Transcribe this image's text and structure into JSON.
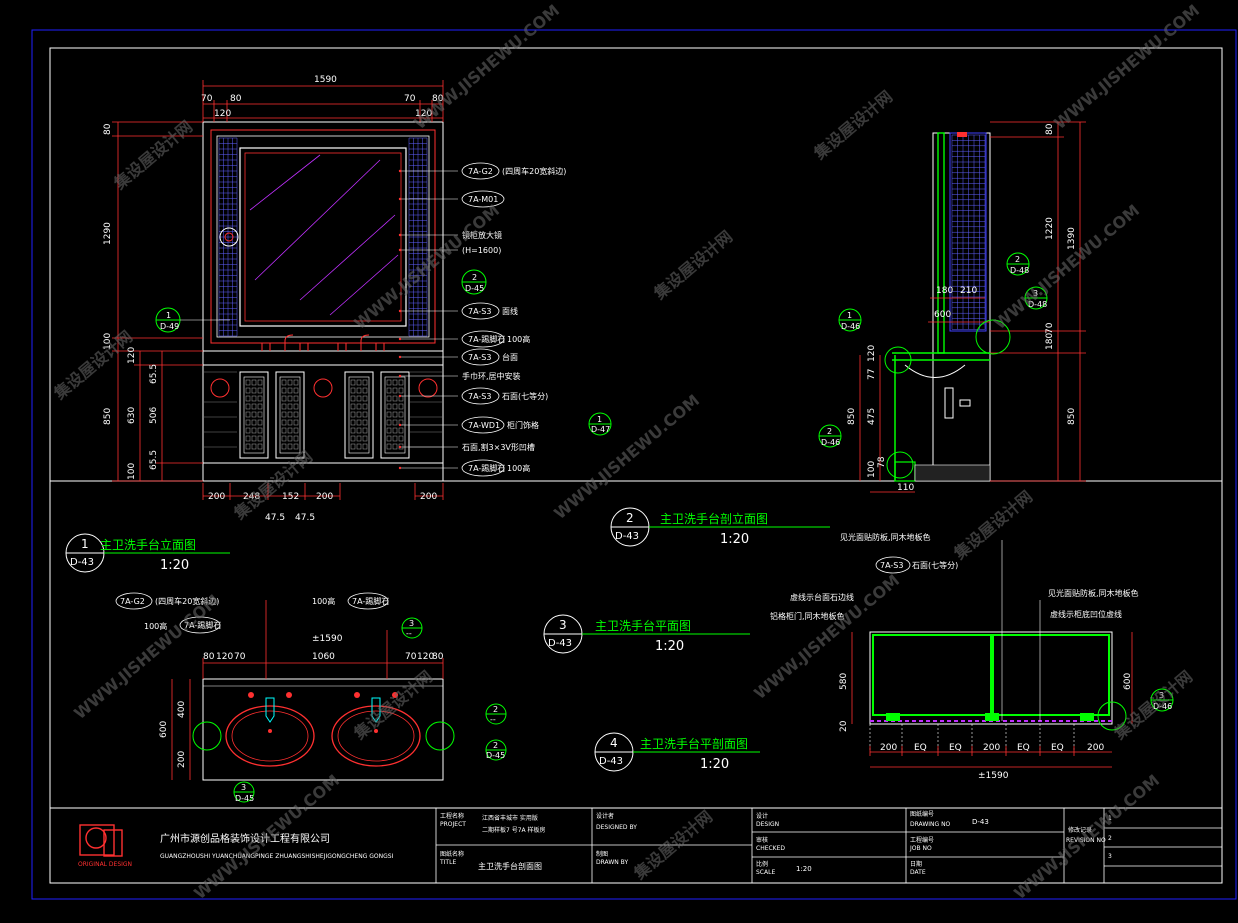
{
  "watermark": {
    "cn": "集设屋设计网",
    "en": "WWW.JISHEWU.COM"
  },
  "views": [
    {
      "num": "1",
      "ref": "D-43",
      "title": "主卫洗手台立面图",
      "scale": "1:20"
    },
    {
      "num": "2",
      "ref": "D-43",
      "title": "主卫洗手台剖立面图",
      "scale": "1:20"
    },
    {
      "num": "3",
      "ref": "D-43",
      "title": "主卫洗手台平面图",
      "scale": "1:20"
    },
    {
      "num": "4",
      "ref": "D-43",
      "title": "主卫洗手台平剖面图",
      "scale": "1:20"
    }
  ],
  "elevation": {
    "top_dims": [
      "1590",
      "70",
      "80",
      "120",
      "70",
      "80",
      "120"
    ],
    "left_dims": [
      "80",
      "1290",
      "100",
      "850",
      "120",
      "65.5",
      "630",
      "506",
      "65.5",
      "100"
    ],
    "bottom_dims": [
      "200",
      "248",
      "152",
      "200",
      "200",
      "47.5",
      "47.5"
    ],
    "callouts": [
      {
        "tag": "7A-G2",
        "text": "(四周车20宽斜边)"
      },
      {
        "tag": "7A-M01",
        "text": ""
      },
      {
        "tag": "",
        "text": "镜柜放大镜"
      },
      {
        "tag": "",
        "text": "(H=1600)"
      },
      {
        "tag": "7A-S3",
        "text": "面线"
      },
      {
        "tag": "7A-踢脚石",
        "text": "100高"
      },
      {
        "tag": "7A-S3",
        "text": "台面"
      },
      {
        "tag": "",
        "text": "手巾环,居中安装"
      },
      {
        "tag": "7A-S3",
        "text": "石面(七等分)"
      },
      {
        "tag": "7A-WD1",
        "text": "柜门饰格"
      },
      {
        "tag": "",
        "text": "石面,割3×3V形凹槽"
      },
      {
        "tag": "7A-踢脚石",
        "text": "100高"
      }
    ],
    "section_marks": [
      {
        "num": "1",
        "ref": "D-49"
      },
      {
        "num": "2",
        "ref": "D-45"
      },
      {
        "num": "1",
        "ref": "D-47"
      }
    ]
  },
  "section": {
    "right_dims": [
      "80",
      "1220",
      "1390",
      "180",
      "70",
      "850"
    ],
    "inner_dims": [
      "180",
      "210",
      "600",
      "77",
      "120",
      "850",
      "475",
      "100",
      "78",
      "110"
    ],
    "marks": [
      {
        "num": "2",
        "ref": "D-48"
      },
      {
        "num": "3",
        "ref": "D-48"
      },
      {
        "num": "1",
        "ref": "D-46"
      },
      {
        "num": "2",
        "ref": "D-46"
      }
    ]
  },
  "plan": {
    "dims_top": [
      "±1590",
      "80",
      "120",
      "70",
      "1060",
      "70",
      "120",
      "80"
    ],
    "dims_left": [
      "600",
      "400",
      "200"
    ],
    "notes": [
      {
        "tag": "7A-G2",
        "text": "(四周车20宽斜边)"
      },
      {
        "tag": "7A-踢脚石",
        "text": "100高"
      },
      {
        "tag": "7A-踢脚石",
        "text": "100高"
      }
    ],
    "marks": [
      {
        "num": "3",
        "ref": "--"
      },
      {
        "num": "2",
        "ref": "--"
      },
      {
        "num": "2",
        "ref": "D-45"
      },
      {
        "num": "3",
        "ref": "D-45"
      }
    ]
  },
  "plan_section": {
    "notes": [
      {
        "tag": "7A-S3",
        "text": "石面(七等分)"
      },
      {
        "tag": "",
        "text": "见光面贴防板,同木地板色"
      },
      {
        "tag": "",
        "text": "见光面贴防板,同木地板色"
      },
      {
        "tag": "",
        "text": "虚线示台面石边线"
      },
      {
        "tag": "",
        "text": "虚线示柜底凹位虚线"
      },
      {
        "tag": "",
        "text": "铝格柜门,同木地板色"
      }
    ],
    "dims_bottom": [
      "200",
      "EQ",
      "EQ",
      "200",
      "EQ",
      "EQ",
      "200"
    ],
    "total": "±1590",
    "dims_left": [
      "580",
      "20"
    ],
    "dims_right": [
      "600"
    ],
    "mark": {
      "num": "3",
      "ref": "D-46"
    }
  },
  "title_block": {
    "company_cn": "广州市源创品格装饰设计工程有限公司",
    "company_en": "GUANGZHOUSHI YUANCHUANGPINGE ZHUANGSHISHEJIGONGCHENG  GONGSI",
    "logo_caption": "ORIGINAL DESIGN",
    "project_label": "工程名称",
    "project_label_en": "PROJECT",
    "project_value1": "江西省丰城市 实用版",
    "project_value2": "二期样板7 号7A 样板房",
    "drawing_label": "图纸名称",
    "drawing_label_en": "TITLE",
    "drawing_value": "主卫洗手台剖面图",
    "designer_label": "设计者",
    "designer_label_en": "DESIGNED BY",
    "drawn_label": "制图",
    "drawn_label_en": "DRAWN BY",
    "design_label": "设计",
    "design_label_en": "DESIGN",
    "checked_label": "审核",
    "checked_label_en": "CHECKED",
    "scale_label": "比例",
    "scale_label_en": "SCALE",
    "scale_value": "1:20",
    "drawing_no_label": "图纸编号",
    "drawing_no_label_en": "DRAWING NO",
    "drawing_no_value": "D-43",
    "job_no_label": "工程编号",
    "job_no_label_en": "JOB NO",
    "date_label": "日期",
    "date_label_en": "DATE",
    "revision_label": "修改记录",
    "revision_label_en": "REVISION NO",
    "revisions": [
      "1",
      "2",
      "3"
    ]
  }
}
